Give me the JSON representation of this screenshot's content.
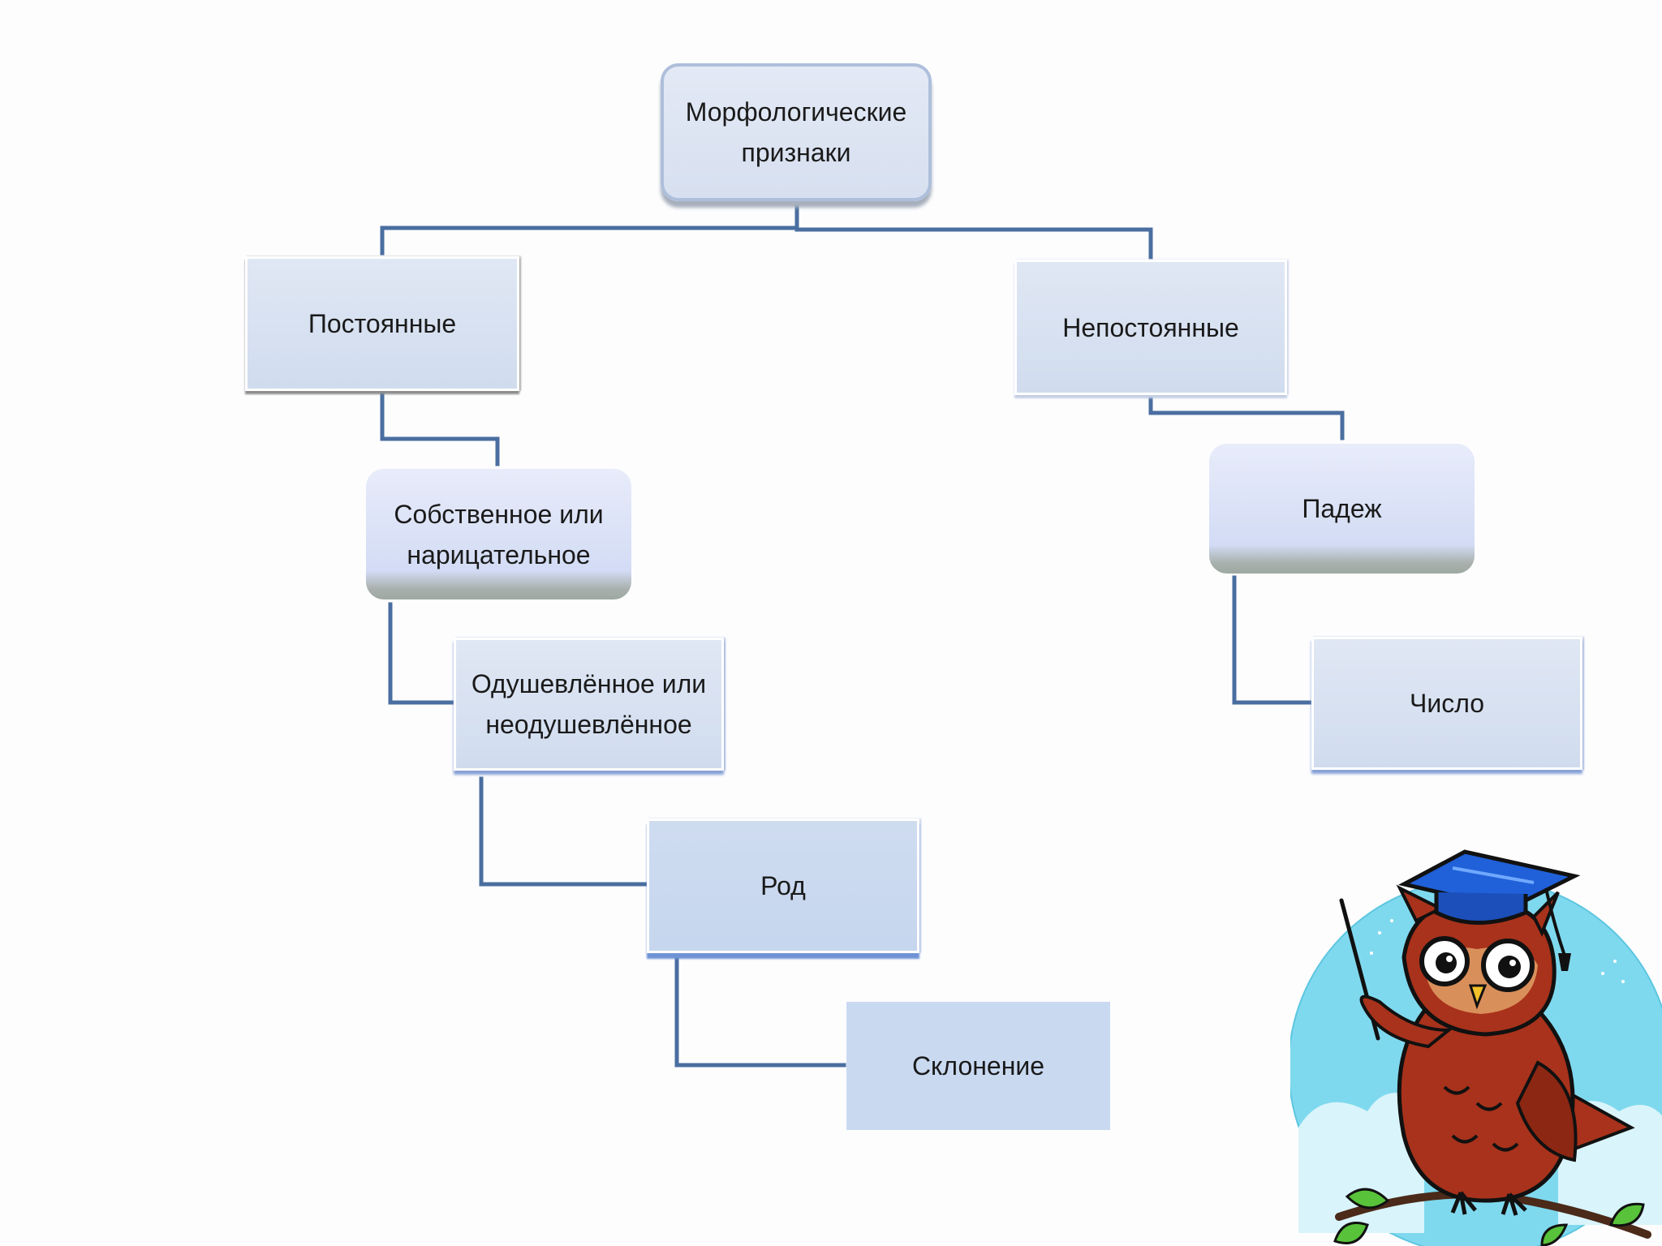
{
  "diagram": {
    "root": {
      "line1": "Морфологические",
      "line2": "признаки"
    },
    "permanent": {
      "label": "Постоянные"
    },
    "proper_common": {
      "line1": "Собственное или",
      "line2": "нарицательное"
    },
    "animate": {
      "line1": "Одушевлённое или",
      "line2": "неодушевлённое"
    },
    "gender": {
      "label": "Род"
    },
    "declension": {
      "label": "Склонение"
    },
    "nonpermanent": {
      "label": "Непостоянные"
    },
    "case": {
      "label": "Падеж"
    },
    "number": {
      "label": "Число"
    }
  },
  "colors": {
    "connector": "#4a6ea0",
    "box_fill": "#d7e1f0",
    "owl_background": "#7fd9ee",
    "owl_body": "#a8321b",
    "owl_cap": "#1f5fd6"
  },
  "icons": {
    "mascot": "owl-in-graduation-cap-icon"
  }
}
